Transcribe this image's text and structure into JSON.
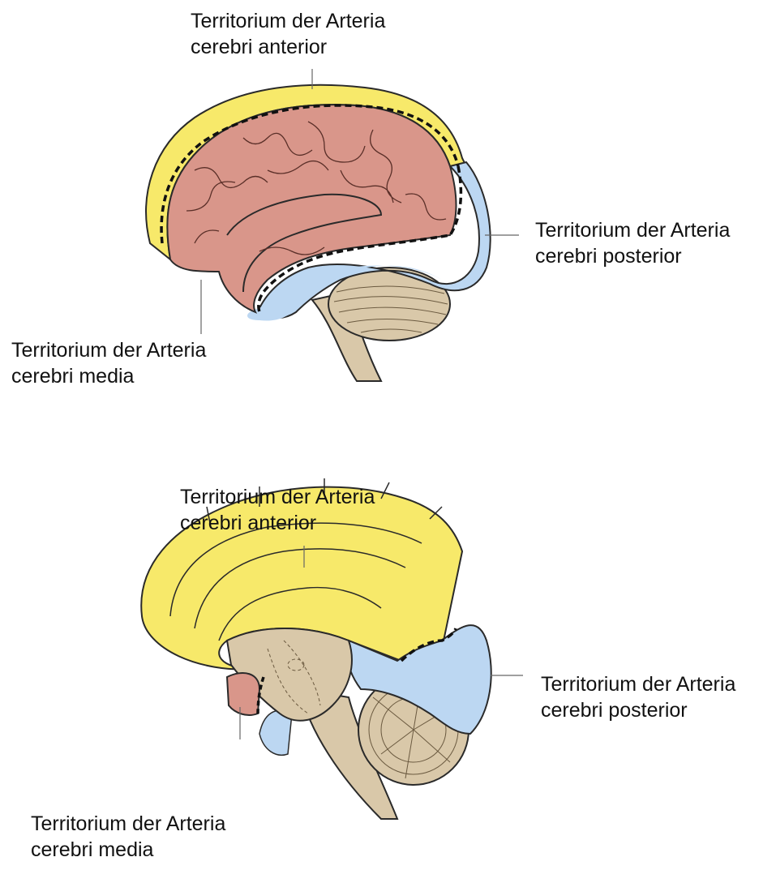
{
  "lateral_view": {
    "label_anterior": "Territorium der Arteria\ncerebri anterior",
    "label_posterior": "Territorium der Arteria\ncerebri posterior",
    "label_media": "Territorium der Arteria\ncerebri media"
  },
  "medial_view": {
    "label_anterior": "Territorium der Arteria\ncerebri anterior",
    "label_posterior": "Territorium der Arteria\ncerebri posterior",
    "label_media": "Territorium der Arteria\ncerebri media"
  },
  "colors": {
    "anterior": "#f7e96a",
    "media": "#d9968a",
    "posterior": "#bcd7f2",
    "brainstem": "#d9c8a9",
    "outline": "#2a2a2a"
  }
}
